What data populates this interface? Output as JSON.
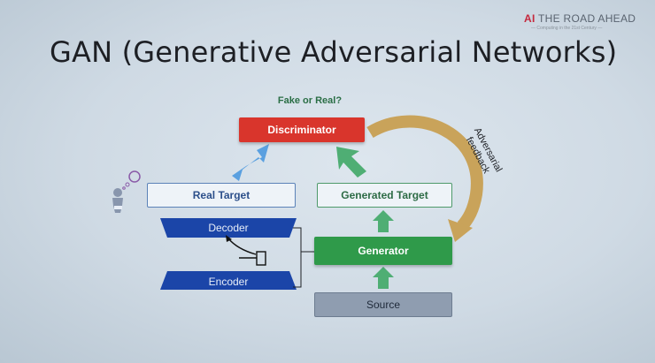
{
  "slide": {
    "title": "GAN (Generative Adversarial Networks)",
    "logo_prefix": "AI",
    "logo_text": " THE ROAD AHEAD",
    "logo_subtitle": "— Computing in the 21st Century —"
  },
  "diagram": {
    "question": "Fake or Real?",
    "discriminator": "Discriminator",
    "real_target": "Real Target",
    "generated_target": "Generated Target",
    "generator": "Generator",
    "source": "Source",
    "decoder": "Decoder",
    "encoder": "Encoder",
    "feedback_line1": "Adversarial",
    "feedback_line2": "feedback"
  },
  "colors": {
    "discriminator": "#d9352c",
    "generator": "#2f9a4a",
    "source": "#8f9db0",
    "codec": "#1b45a8",
    "arrow_blue": "#5aa0e0",
    "arrow_green": "#4fae74",
    "feedback_arrow": "#c9a35a"
  },
  "icons": [
    "thinking-person-icon"
  ]
}
